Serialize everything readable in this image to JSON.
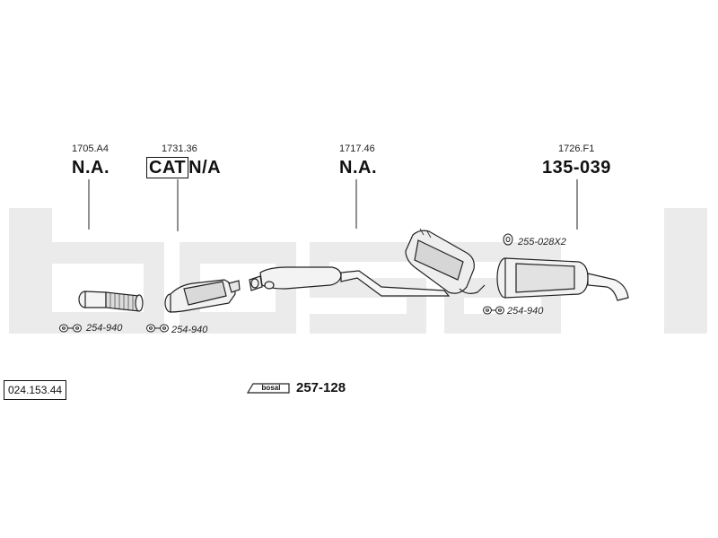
{
  "parts": [
    {
      "ref": "1705.A4",
      "label": "N.A."
    },
    {
      "ref": "1731.36",
      "cat": "CAT",
      "label": "N/A"
    },
    {
      "ref": "1717.46",
      "label": "N.A."
    },
    {
      "ref": "1726.F1",
      "label": "135-039"
    }
  ],
  "clamps": [
    "254-940",
    "254-940",
    "255-028X2",
    "254-940"
  ],
  "diagram_id": "024.153.44",
  "mounting_kit": {
    "badge": "bosal",
    "number": "257-128"
  },
  "watermark": "bosal"
}
